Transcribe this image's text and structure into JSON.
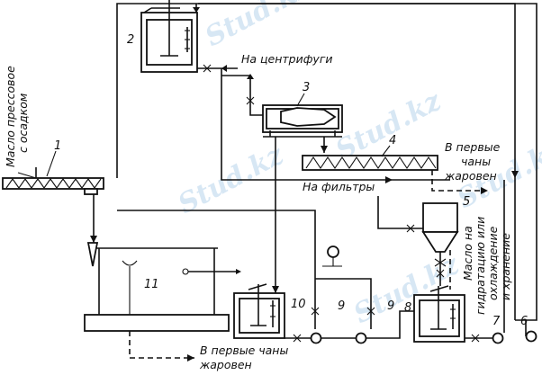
{
  "watermarks": [
    "Stud.kz - Stud",
    "Stud.kz - Stud",
    "Stud.kz",
    "Stud.kz",
    "Stud.kz",
    "Stud.kz",
    "Stud.kz"
  ],
  "equipment_numbers": {
    "n1": "1",
    "n2": "2",
    "n3": "3",
    "n4": "4",
    "n5": "5",
    "n6": "6",
    "n7": "7",
    "n8": "8",
    "n9a": "9",
    "n9b": "9",
    "n10": "10",
    "n11": "11"
  },
  "labels": {
    "input_oil_1": "Масло прессовое",
    "input_oil_2": "с осадком",
    "to_centrifuges": "На центрифуги",
    "to_filters": "На фильтры",
    "first_vats_top_1": "В первые",
    "first_vats_top_2": "чаны",
    "first_vats_top_3": "жаровен",
    "first_vats_bottom_1": "В первые чаны",
    "first_vats_bottom_2": "жаровен",
    "oil_out_1": "Масло на",
    "oil_out_2": "гидратацию или",
    "oil_out_3": "охлаждение",
    "oil_out_4": "и хранение"
  }
}
